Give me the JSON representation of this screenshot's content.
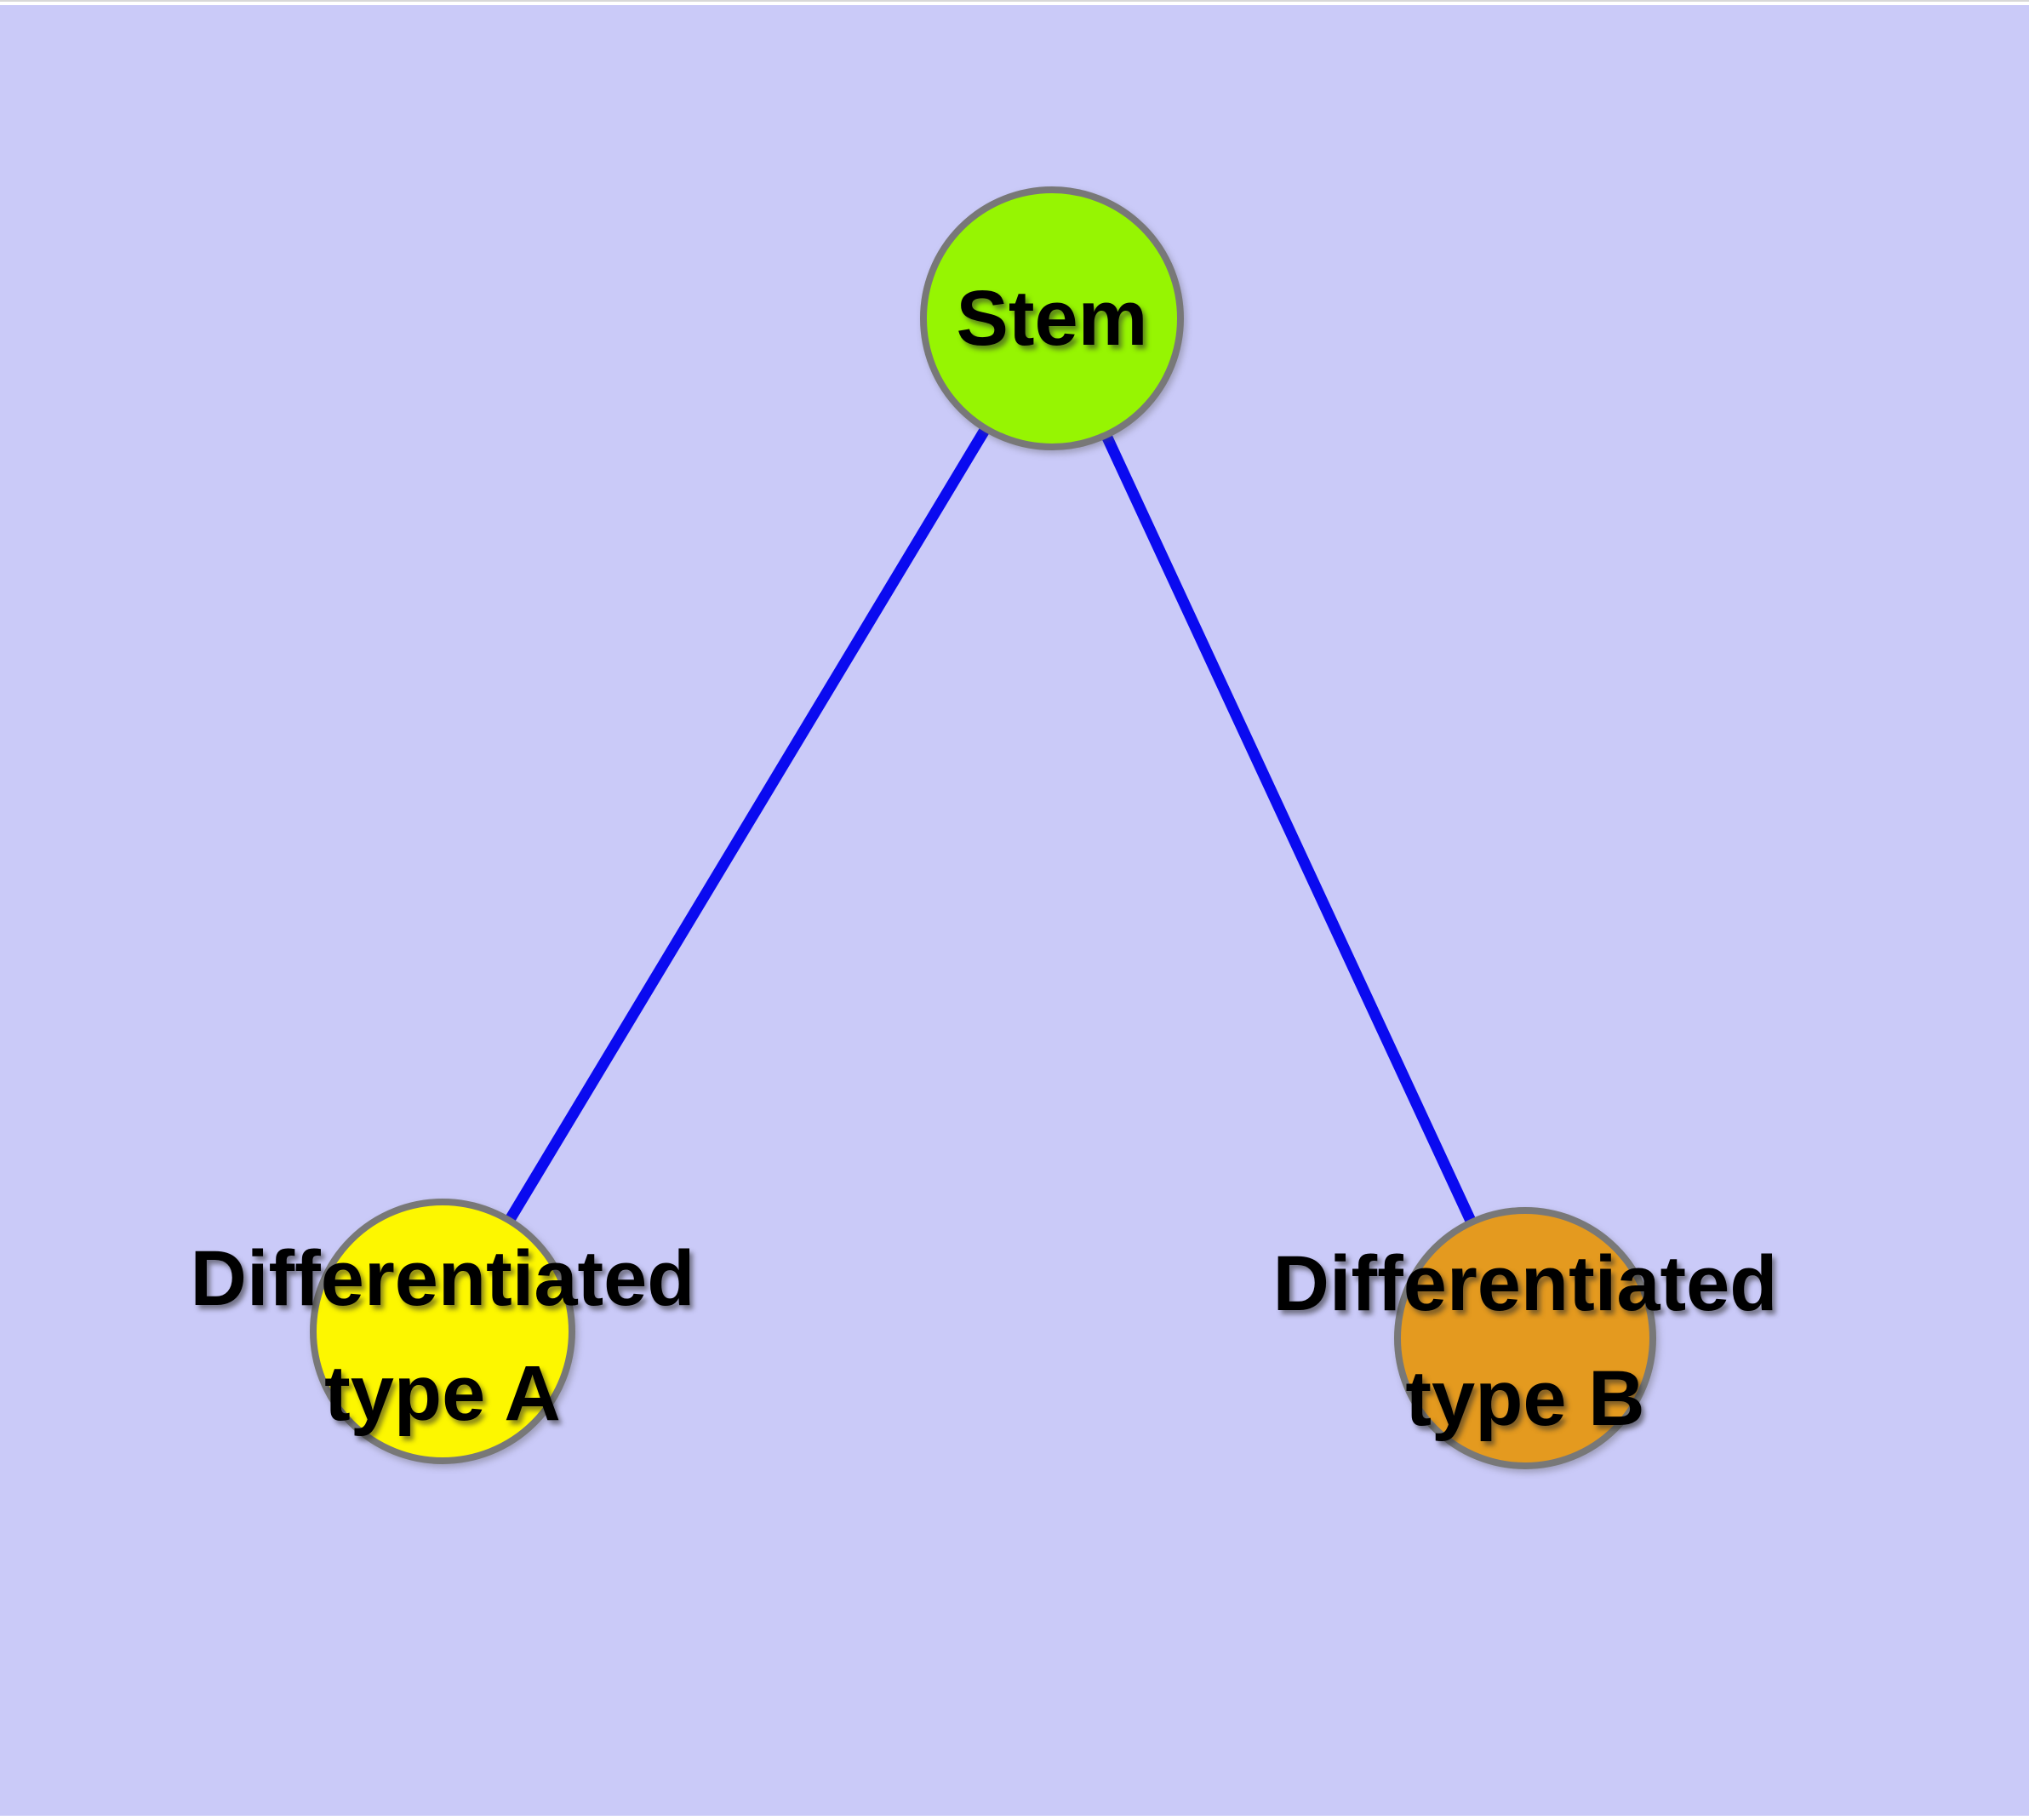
{
  "canvas": {
    "background_color": "#CACAF8"
  },
  "style": {
    "node_border_color": "#787878",
    "label_text_color": "#000000"
  },
  "edges": {
    "color": "#0A0AF0",
    "list": [
      {
        "from": "Stem",
        "to": "Differentiated type A"
      },
      {
        "from": "Stem",
        "to": "Differentiated type B"
      }
    ]
  },
  "nodes": {
    "stem": {
      "label": "Stem",
      "color": "#96F502"
    },
    "typeA": {
      "label_line1": "Differentiated",
      "label_line2": "type A",
      "color": "#FDF700"
    },
    "typeB": {
      "label_line1": "Differentiated",
      "label_line2": "type B",
      "color": "#E49A1F"
    }
  }
}
